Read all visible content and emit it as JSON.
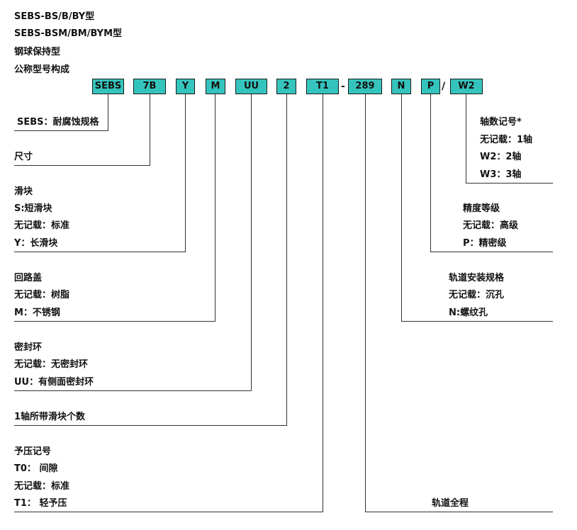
{
  "header": {
    "line1": "SEBS-BS/B/BY型",
    "line2": "SEBS-BSM/BM/BYM型",
    "line3": "钢球保持型",
    "line4": "公称型号构成"
  },
  "codes": [
    "SEBS",
    "7B",
    "Y",
    "M",
    "UU",
    "2",
    "T1",
    "289",
    "N",
    "P",
    "W2"
  ],
  "separators": {
    "dash": "-",
    "slash": "/"
  },
  "left_groups": {
    "series": {
      "lines": [
        "SEBS：耐腐蚀规格"
      ]
    },
    "size": {
      "lines": [
        "尺寸"
      ]
    },
    "slider": {
      "lines": [
        "滑块",
        "S:短滑块",
        "无记载：标准",
        "Y：长滑块"
      ]
    },
    "return_cap": {
      "lines": [
        "回路盖",
        "无记载：树脂",
        "M：不锈钢"
      ]
    },
    "seal": {
      "lines": [
        "密封环",
        "无记载：无密封环",
        "UU：有侧面密封环"
      ]
    },
    "blocks_per_rail": {
      "lines": [
        "1轴所带滑块个数"
      ]
    },
    "preload": {
      "lines": [
        "予压记号",
        "T0： 间隙",
        "无记载：标准",
        "T1： 轻予压"
      ]
    }
  },
  "right_groups": {
    "axes": {
      "lines": [
        "轴数记号*",
        "无记载：1轴",
        "W2：2轴",
        "W3：3轴"
      ]
    },
    "accuracy": {
      "lines": [
        "精度等级",
        "无记载：高级",
        "P：精密级"
      ]
    },
    "rail_mount": {
      "lines": [
        "轨道安装规格",
        "无记载：沉孔",
        "N:螺纹孔"
      ]
    },
    "rail_length": {
      "lines": [
        "轨道全程"
      ]
    }
  }
}
